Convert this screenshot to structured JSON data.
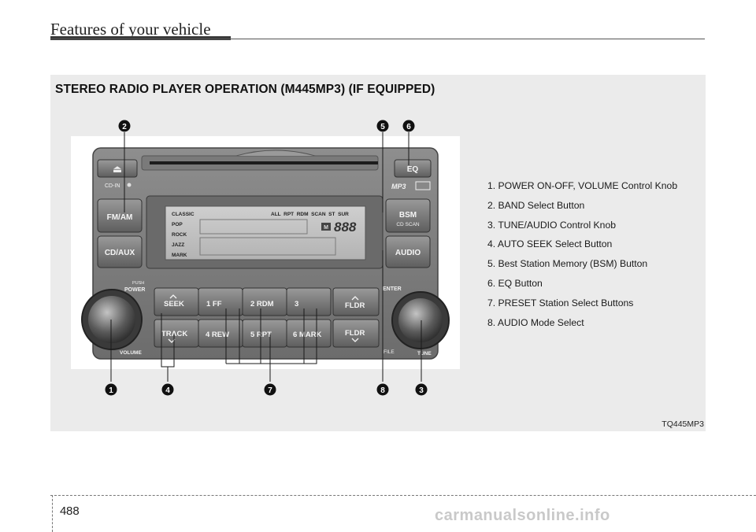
{
  "header": {
    "title": "Features of your vehicle"
  },
  "section": {
    "heading": "STEREO RADIO PLAYER OPERATION (M445MP3) (IF EQUIPPED)",
    "image_code": "TQ445MP3"
  },
  "legend": [
    "1. POWER ON-OFF, VOLUME Control Knob",
    "2. BAND Select Button",
    "3. TUNE/AUDIO Control Knob",
    "4. AUTO SEEK Select Button",
    "5. Best Station Memory (BSM) Button",
    "6. EQ Button",
    "7. PRESET Station Select Buttons",
    "8. AUDIO Mode Select"
  ],
  "callouts": [
    "1",
    "2",
    "3",
    "4",
    "5",
    "6",
    "7",
    "8"
  ],
  "radio": {
    "eject_symbol": "⏏",
    "cd_in": "CD-IN",
    "mp3_logo": "MP3",
    "fm_am": "FM/AM",
    "cd_aux": "CD/AUX",
    "eq": "EQ",
    "bsm": "BSM",
    "cd_scan": "CD SCAN",
    "audio": "AUDIO",
    "push": "PUSH",
    "power": "POWER",
    "volume": "VOLUME",
    "enter": "ENTER",
    "file": "FILE",
    "tune": "TUNE",
    "display": {
      "left_modes": [
        "CLASSIC",
        "POP",
        "ROCK",
        "JAZZ",
        "MARK"
      ],
      "top_indicators": "ALL  RPT  RDM  SCAN  ST  SUR",
      "m_badge": "M",
      "digits": "888"
    },
    "buttons_top": [
      "SEEK",
      "1  FF",
      "2 RDM",
      "3",
      "FLDR"
    ],
    "buttons_bottom": [
      "TRACK",
      "4 REW",
      "5 RPT",
      "6 MARK",
      "FLDR"
    ]
  },
  "footer": {
    "section_number": "4",
    "page_number": "88",
    "watermark": "carmanualsonline.info"
  }
}
